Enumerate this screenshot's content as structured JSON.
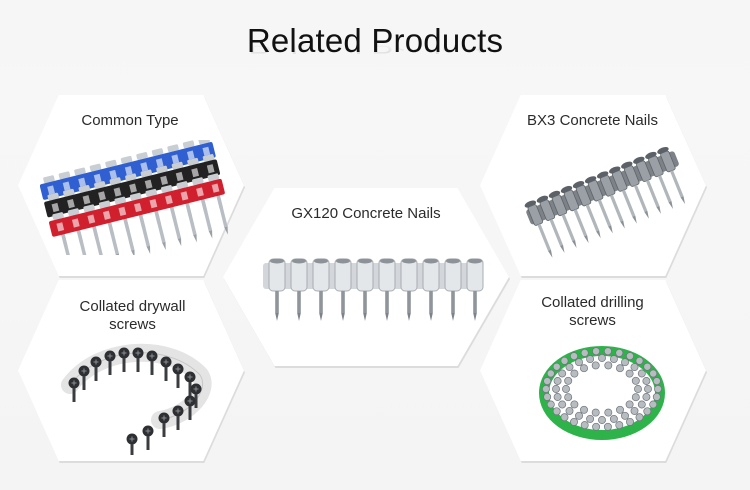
{
  "heading": "Related Products",
  "products": [
    {
      "label": "Common Type",
      "image": "collated-nails-blue-red-strips"
    },
    {
      "label": "GX120 Concrete Nails",
      "image": "gx120-concrete-nails-strip"
    },
    {
      "label": "BX3 Concrete Nails",
      "image": "bx3-concrete-nails-strip"
    },
    {
      "label": "Collated drywall screws",
      "image": "collated-drywall-screws-coil"
    },
    {
      "label": "Collated drilling screws",
      "image": "collated-drilling-screws-coil"
    }
  ],
  "colors": {
    "background": "#f6f6f6",
    "hexagon": "#ffffff",
    "blue_strip": "#2f5fd0",
    "red_strip": "#d0202e",
    "green_band": "#2eb34a",
    "metal": "#9aa0a6"
  }
}
